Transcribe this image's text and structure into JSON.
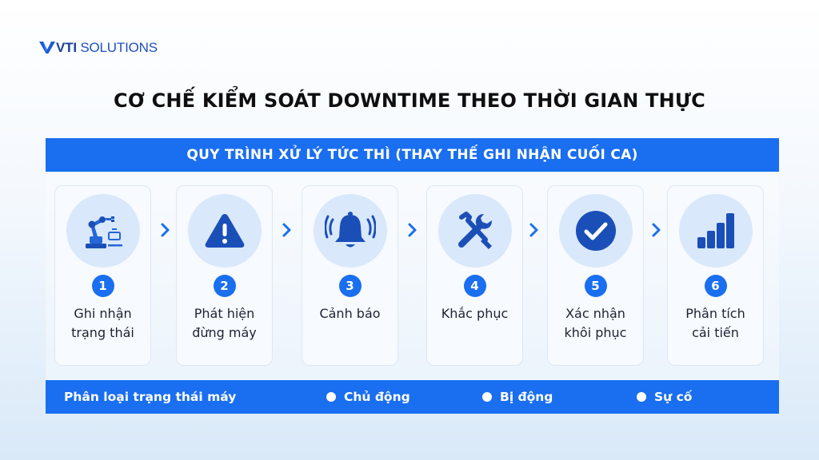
{
  "logo": {
    "brand": "VTI",
    "suffix": "SOLUTIONS"
  },
  "title": "CƠ CHẾ KIỂM SOÁT DOWNTIME THEO THỜI GIAN THỰC",
  "process_header": "QUY TRÌNH XỬ LÝ TỨC THÌ (THAY THẾ GHI NHẬN CUỐI CA)",
  "steps": [
    {
      "number": "1",
      "line1": "Ghi nhận",
      "line2": "trạng thái",
      "icon": "robot-arm-icon"
    },
    {
      "number": "2",
      "line1": "Phát hiện",
      "line2": "đừng máy",
      "icon": "warning-triangle-icon"
    },
    {
      "number": "3",
      "line1": "Cảnh báo",
      "line2": "",
      "icon": "alarm-bell-icon"
    },
    {
      "number": "4",
      "line1": "Khắc phục",
      "line2": "",
      "icon": "wrench-screwdriver-icon"
    },
    {
      "number": "5",
      "line1": "Xác nhận",
      "line2": "khôi phục",
      "icon": "check-circle-icon"
    },
    {
      "number": "6",
      "line1": "Phân tích",
      "line2": "cải tiến",
      "icon": "bar-chart-icon"
    }
  ],
  "legend": {
    "label": "Phân loại trạng thái máy",
    "items": [
      "Chủ động",
      "Bị động",
      "Sự cố"
    ]
  },
  "colors": {
    "accent": "#1a6ef0",
    "icon_bg": "#d9e8fb",
    "dark_blue": "#1b4fb8"
  }
}
